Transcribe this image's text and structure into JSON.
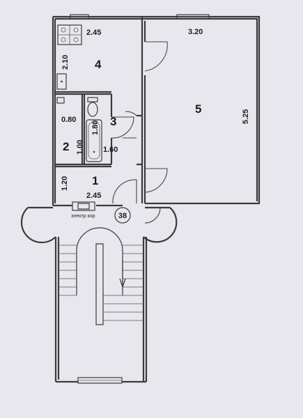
{
  "rooms": [
    {
      "number": "4"
    },
    {
      "number": "5"
    },
    {
      "number": "3"
    },
    {
      "number": "2"
    },
    {
      "number": "1"
    }
  ],
  "dimensions": {
    "kitchen_width": "2.45",
    "kitchen_depth": "2.10",
    "room5_width": "3.20",
    "room5_depth": "5.25",
    "wc_width": "0.80",
    "wc_depth": "1.00",
    "bath_depth": "1.80",
    "bath_width": "1.60",
    "hall_depth": "1.20",
    "hall_width": "2.45"
  },
  "apartment_number": "38",
  "electric_panel_label": "электр кор"
}
